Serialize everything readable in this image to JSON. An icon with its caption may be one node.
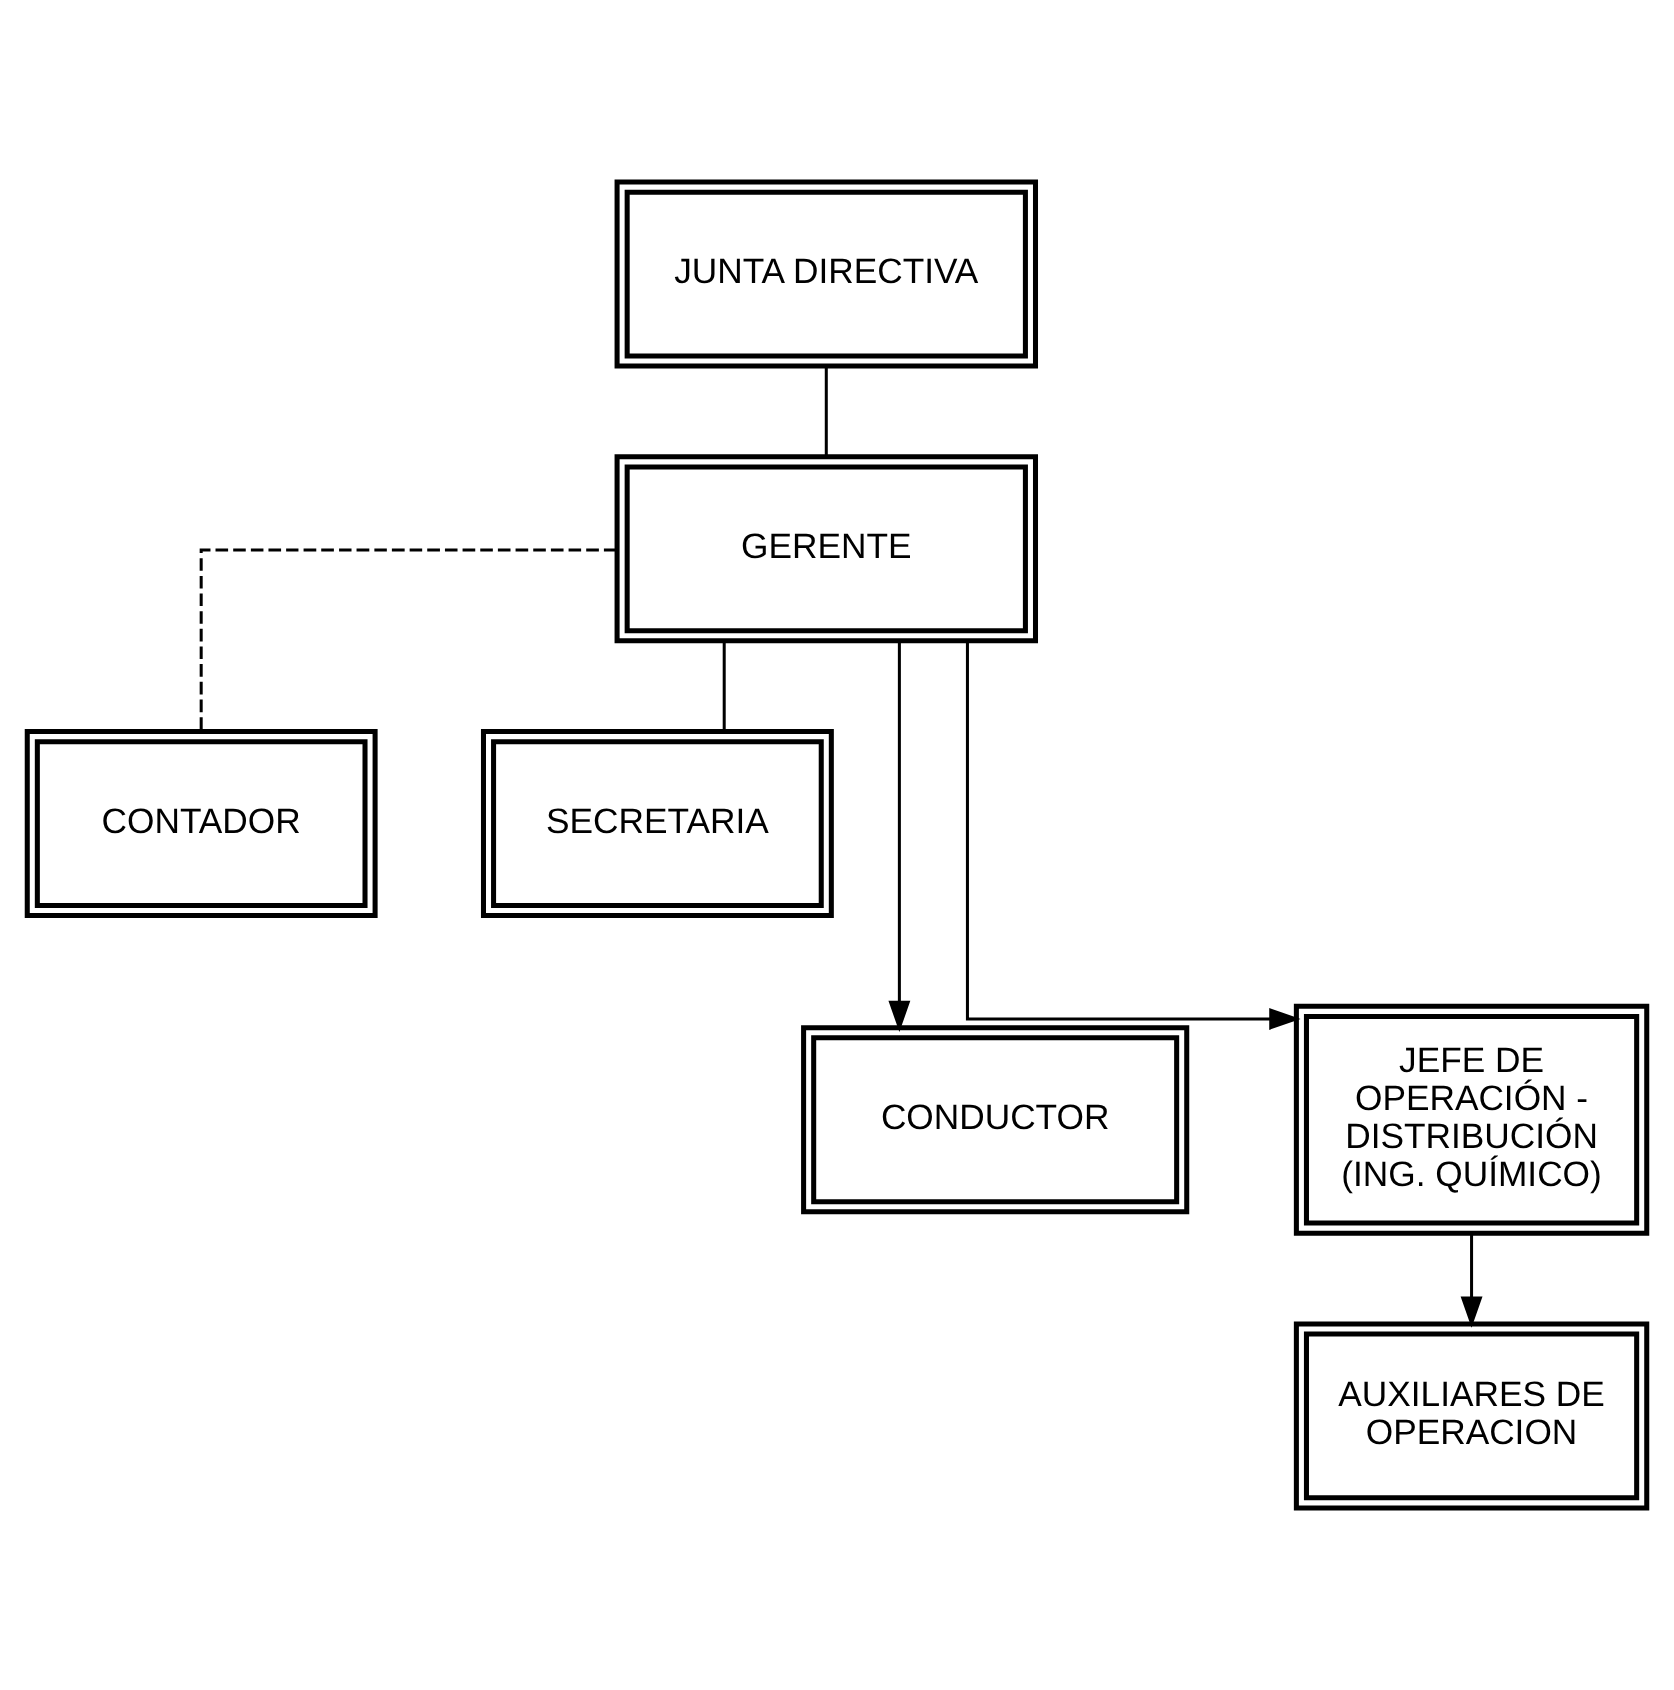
{
  "diagram": {
    "nodes": [
      {
        "text": [
          "JUNTA DIRECTIVA"
        ]
      },
      {
        "text": [
          "GERENTE"
        ]
      },
      {
        "text": [
          "CONTADOR"
        ]
      },
      {
        "text": [
          "SECRETARIA"
        ]
      },
      {
        "text": [
          "CONDUCTOR"
        ]
      },
      {
        "text": [
          "JEFE DE OPERACIÓN - DISTRIBUCIÓN (ING. QUÍMICO)"
        ]
      },
      {
        "text": [
          "AUXILIARES DE OPERACION"
        ]
      }
    ],
    "edges": [
      {
        "from": 0,
        "to": 1,
        "arrow": "none"
      },
      {
        "from": 1,
        "to": 2,
        "arrow": "none",
        "style": "dashed"
      },
      {
        "from": 1,
        "to": 3,
        "arrow": "none"
      },
      {
        "from": 1,
        "to": 4,
        "arrow": "to"
      },
      {
        "from": 1,
        "to": 5,
        "arrow": "to"
      },
      {
        "from": 5,
        "to": 6,
        "arrow": "to"
      }
    ]
  }
}
